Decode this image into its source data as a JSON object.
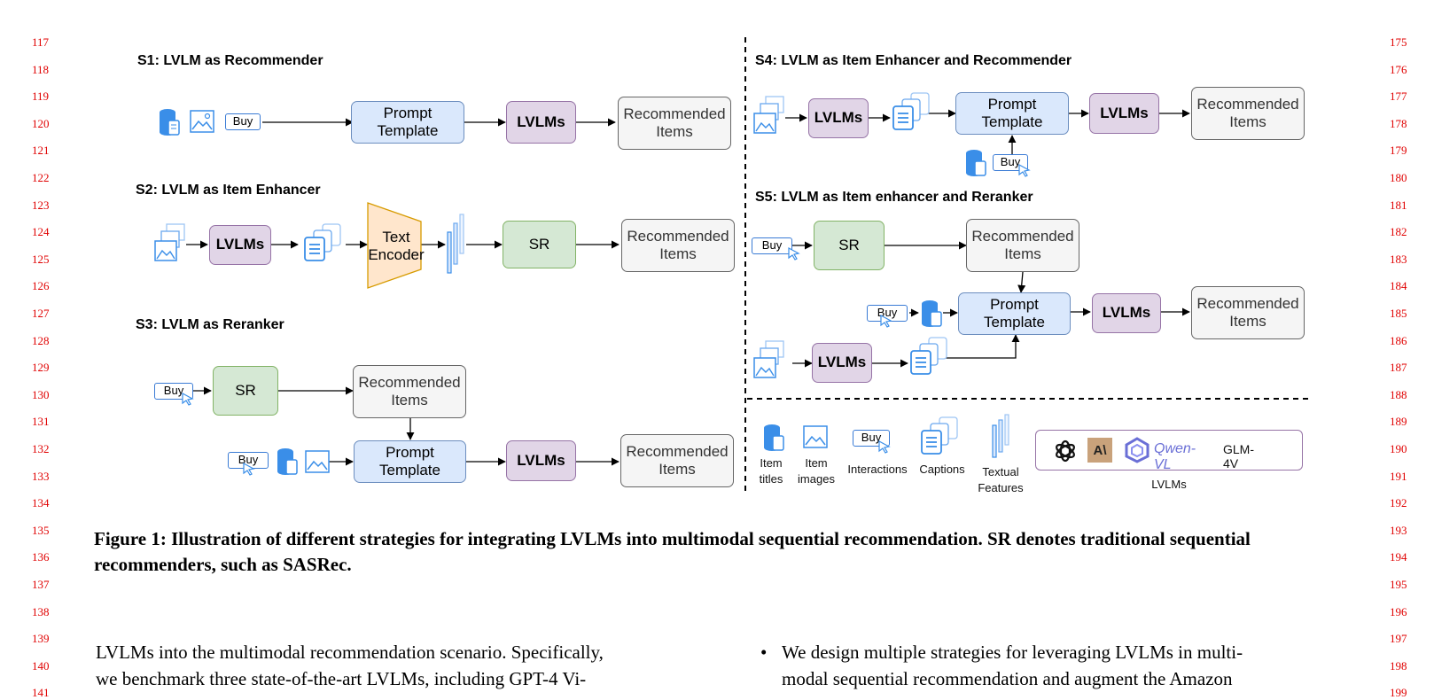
{
  "line_numbers_left": [
    "117",
    "118",
    "119",
    "120",
    "121",
    "122",
    "123",
    "124",
    "125",
    "126",
    "127",
    "128",
    "129",
    "130",
    "131",
    "132",
    "133",
    "134",
    "135",
    "136",
    "137",
    "138",
    "139",
    "140",
    "141"
  ],
  "line_numbers_right": [
    "175",
    "176",
    "177",
    "178",
    "179",
    "180",
    "181",
    "182",
    "183",
    "184",
    "185",
    "186",
    "187",
    "188",
    "189",
    "190",
    "191",
    "192",
    "193",
    "194",
    "195",
    "196",
    "197",
    "198",
    "199"
  ],
  "figure": {
    "s1_title": "S1: LVLM as Recommender",
    "s2_title": "S2: LVLM as Item Enhancer",
    "s3_title": "S3: LVLM as Reranker",
    "s4_title": "S4: LVLM as Item Enhancer and Recommender",
    "s5_title": "S5: LVLM as  Item enhancer and Reranker",
    "buy": "Buy",
    "prompt_template": "Prompt Template",
    "lvlms": "LVLMs",
    "recommended_items": "Recommended Items",
    "text_encoder": "Text Encoder",
    "sr": "SR",
    "legend": {
      "item_titles": "Item titles",
      "item_images": "Item images",
      "interactions": "Interactions",
      "captions": "Captions",
      "textual_features": "Textual Features",
      "lvlms": "LVLMs",
      "qwen": "Qwen-VL",
      "glm": "GLM-4V"
    }
  },
  "caption": "Figure 1: Illustration of different strategies for integrating LVLMs into multimodal sequential recommendation. SR denotes traditional sequential recommenders, such as SASRec.",
  "body_left": [
    "LVLMs into the multimodal recommendation scenario. Specifically,",
    "we benchmark three state-of-the-art LVLMs, including GPT-4 Vi-"
  ],
  "body_right_bullet": "•",
  "body_right": [
    "We design multiple strategies for leveraging LVLMs in multi-",
    "modal sequential recommendation and augment the Amazon"
  ]
}
